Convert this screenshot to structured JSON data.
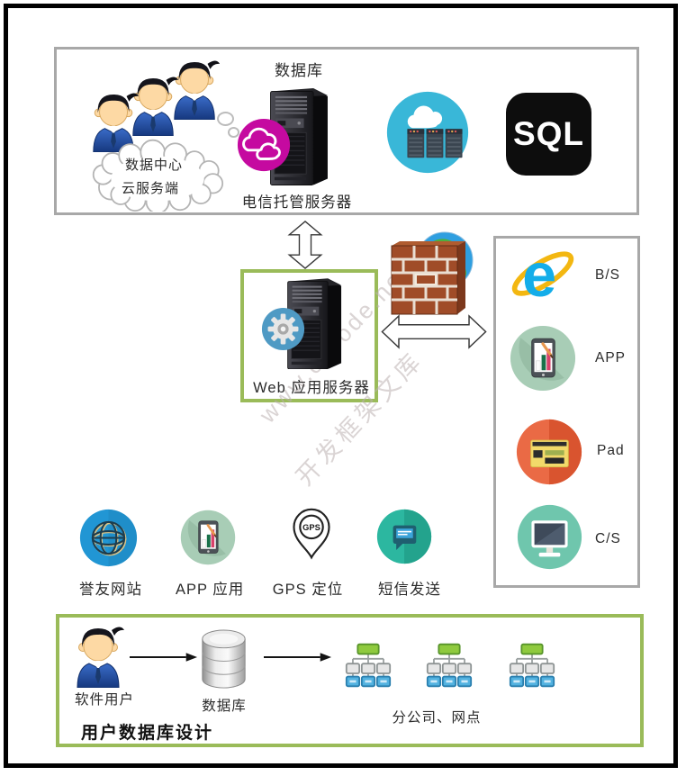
{
  "colors": {
    "frame_border": "#000000",
    "box_border_gray": "#a8a8a8",
    "box_border_green": "#9abb59",
    "magenta_cloud_badge": "#c50aa0",
    "teal_cloud_server": "#39b7d8",
    "sql_bg": "#0d0d0d",
    "gear_badge": "#4f9ac4",
    "ie_blue": "#14ade9",
    "app_circle": "#a8cdb6",
    "pad_circle": "#ea6a45",
    "cs_circle": "#6fc6ad",
    "globe_circle": "#2196d4",
    "sms_circle": "#2cb7a0"
  },
  "watermark": {
    "line1": "www.cscode.net",
    "line2": "开发框架文库"
  },
  "cloud_section": {
    "thought_line1": "数据中心",
    "thought_line2": "云服务端",
    "database_label": "数据库",
    "server_label": "电信托管服务器",
    "sql_label": "SQL"
  },
  "web_server": {
    "label": "Web 应用服务器"
  },
  "clients": {
    "items": [
      {
        "icon": "ie-browser-icon",
        "label": "B/S"
      },
      {
        "icon": "mobile-app-icon",
        "label": "APP"
      },
      {
        "icon": "pad-browser-icon",
        "label": "Pad"
      },
      {
        "icon": "desktop-monitor-icon",
        "label": "C/S"
      }
    ]
  },
  "services": {
    "items": [
      {
        "icon": "globe-icon",
        "label": "誉友网站"
      },
      {
        "icon": "mobile-app-icon",
        "label": "APP 应用"
      },
      {
        "icon": "gps-pin-icon",
        "label": "GPS 定位",
        "pin_text": "GPS"
      },
      {
        "icon": "sms-chat-icon",
        "label": "短信发送"
      }
    ]
  },
  "user_db_design": {
    "user_label": "软件用户",
    "database_label": "数据库",
    "branches_label": "分公司、网点",
    "title": "用户数据库设计"
  }
}
